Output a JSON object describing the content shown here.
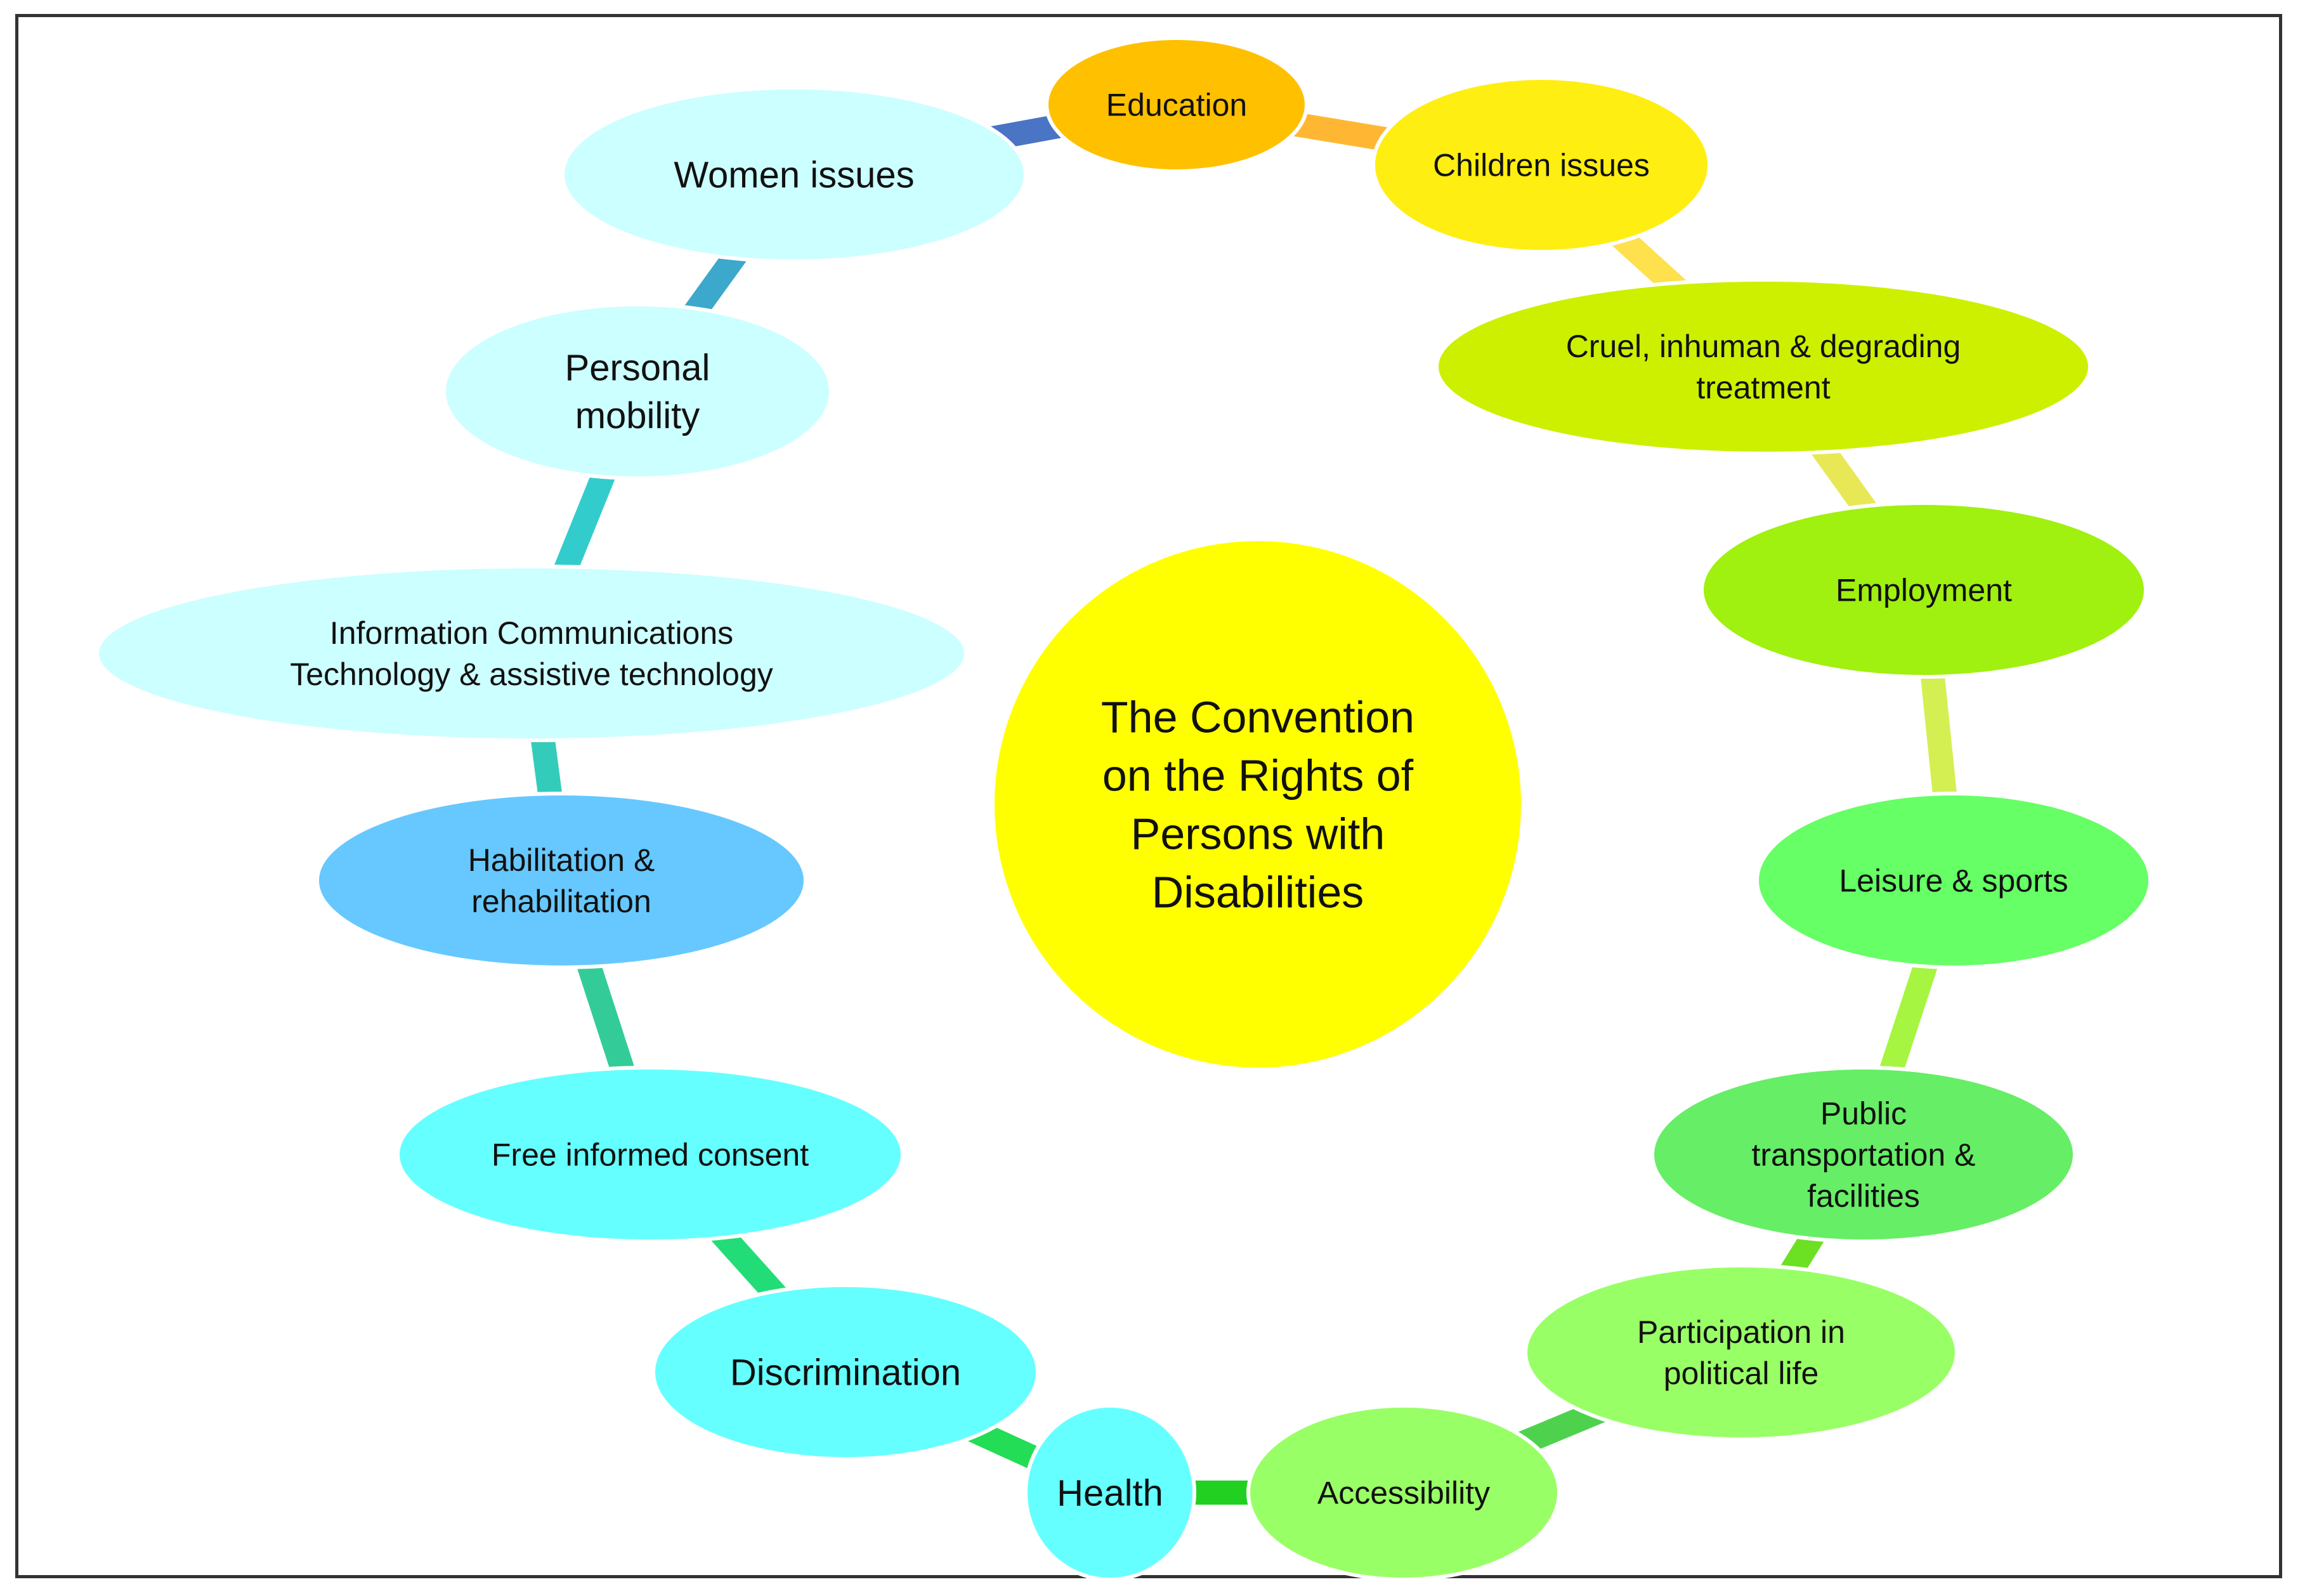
{
  "diagram": {
    "center": {
      "lines": [
        "The Convention",
        "on the Rights of",
        "Persons with",
        "Disabilities"
      ],
      "color": "#ffff00"
    },
    "nodes": [
      {
        "id": "education",
        "lines": [
          "Education"
        ],
        "color": "#ffc000",
        "link_color": "#ffb733"
      },
      {
        "id": "children-issues",
        "lines": [
          "Children issues"
        ],
        "color": "#ffee11",
        "link_color": "#ffe04d"
      },
      {
        "id": "cruel-treatment",
        "lines": [
          "Cruel, inhuman & degrading",
          "treatment"
        ],
        "color": "#ccf000",
        "link_color": "#e8e857"
      },
      {
        "id": "employment",
        "lines": [
          "Employment"
        ],
        "color": "#a0f010",
        "link_color": "#d4ef52"
      },
      {
        "id": "leisure-sports",
        "lines": [
          "Leisure & sports"
        ],
        "color": "#66ff66",
        "link_color": "#a6f540"
      },
      {
        "id": "public-transportation",
        "lines": [
          "Public",
          "transportation &",
          "facilities"
        ],
        "color": "#66ee66",
        "link_color": "#6ce022"
      },
      {
        "id": "political-life",
        "lines": [
          "Participation in",
          "political life"
        ],
        "color": "#99ff66",
        "link_color": "#4ed24e"
      },
      {
        "id": "accessibility",
        "lines": [
          "Accessibility"
        ],
        "color": "#99ff66",
        "link_color": "#22d022"
      },
      {
        "id": "health",
        "lines": [
          "Health"
        ],
        "color": "#66ffff",
        "link_color": "#22dd55"
      },
      {
        "id": "discrimination",
        "lines": [
          "Discrimination"
        ],
        "color": "#66ffff",
        "link_color": "#22dd77"
      },
      {
        "id": "free-informed-consent",
        "lines": [
          "Free informed consent"
        ],
        "color": "#66ffff",
        "link_color": "#33cc99"
      },
      {
        "id": "habilitation",
        "lines": [
          "Habilitation &",
          "rehabilitation"
        ],
        "color": "#66c8ff",
        "link_color": "#33ccbb"
      },
      {
        "id": "ict",
        "lines": [
          "Information Communications",
          "Technology & assistive technology"
        ],
        "color": "#ccffff",
        "link_color": "#33cccc"
      },
      {
        "id": "personal-mobility",
        "lines": [
          "Personal",
          "mobility"
        ],
        "color": "#ccffff",
        "link_color": "#3ba8cc"
      },
      {
        "id": "women-issues",
        "lines": [
          "Women issues"
        ],
        "color": "#ccffff",
        "link_color": "#3d88cc"
      }
    ],
    "closing_link_color": "#4a74c4"
  }
}
